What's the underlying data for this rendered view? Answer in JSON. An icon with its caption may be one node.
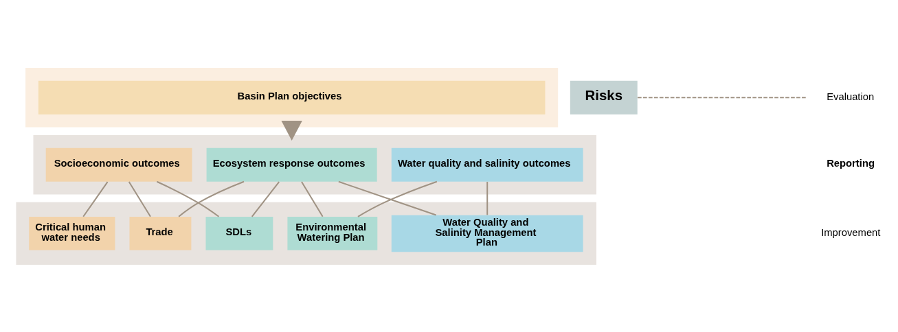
{
  "diagram": {
    "nodes": [
      {
        "text": [],
        "shape": "box"
      },
      {
        "text": [
          "Basin Plan objectives"
        ],
        "in": 0
      },
      {
        "text": [],
        "shape": "box"
      },
      {
        "text": [
          "Socioeconomic outcomes"
        ],
        "in": 2
      },
      {
        "text": [
          "Ecosystem response outcomes"
        ],
        "in": 2
      },
      {
        "text": [
          "Water quality and salinity outcomes"
        ],
        "in": 2
      },
      {
        "text": [],
        "shape": "box"
      },
      {
        "text": [
          "Critical human water needs"
        ],
        "in": 6
      },
      {
        "text": [
          "Trade"
        ],
        "in": 6
      },
      {
        "text": [
          "SDLs"
        ],
        "in": 6
      },
      {
        "text": [
          "Environmental Watering Plan"
        ],
        "in": 6
      },
      {
        "text": [
          "Water Quality and Salinity Management Plan"
        ],
        "in": 6
      },
      {
        "text": [
          "Risks"
        ]
      }
    ],
    "edges": [
      {
        "from": 0,
        "to": 2,
        "arrow": "to",
        "style": "thick"
      },
      {
        "from": 3,
        "to": 7,
        "arrow": "none"
      },
      {
        "from": 3,
        "to": 8,
        "arrow": "none"
      },
      {
        "from": 3,
        "to": 9,
        "arrow": "none"
      },
      {
        "from": 4,
        "to": 8,
        "arrow": "none"
      },
      {
        "from": 4,
        "to": 9,
        "arrow": "none"
      },
      {
        "from": 4,
        "to": 10,
        "arrow": "none"
      },
      {
        "from": 4,
        "to": 11,
        "arrow": "none"
      },
      {
        "from": 5,
        "to": 10,
        "arrow": "none"
      },
      {
        "from": 5,
        "to": 11,
        "arrow": "none"
      },
      {
        "from": 12,
        "to": null,
        "arrow": "none",
        "style": "dashed"
      }
    ],
    "labels": [
      "Evaluation",
      "Reporting",
      "Improvement"
    ]
  }
}
